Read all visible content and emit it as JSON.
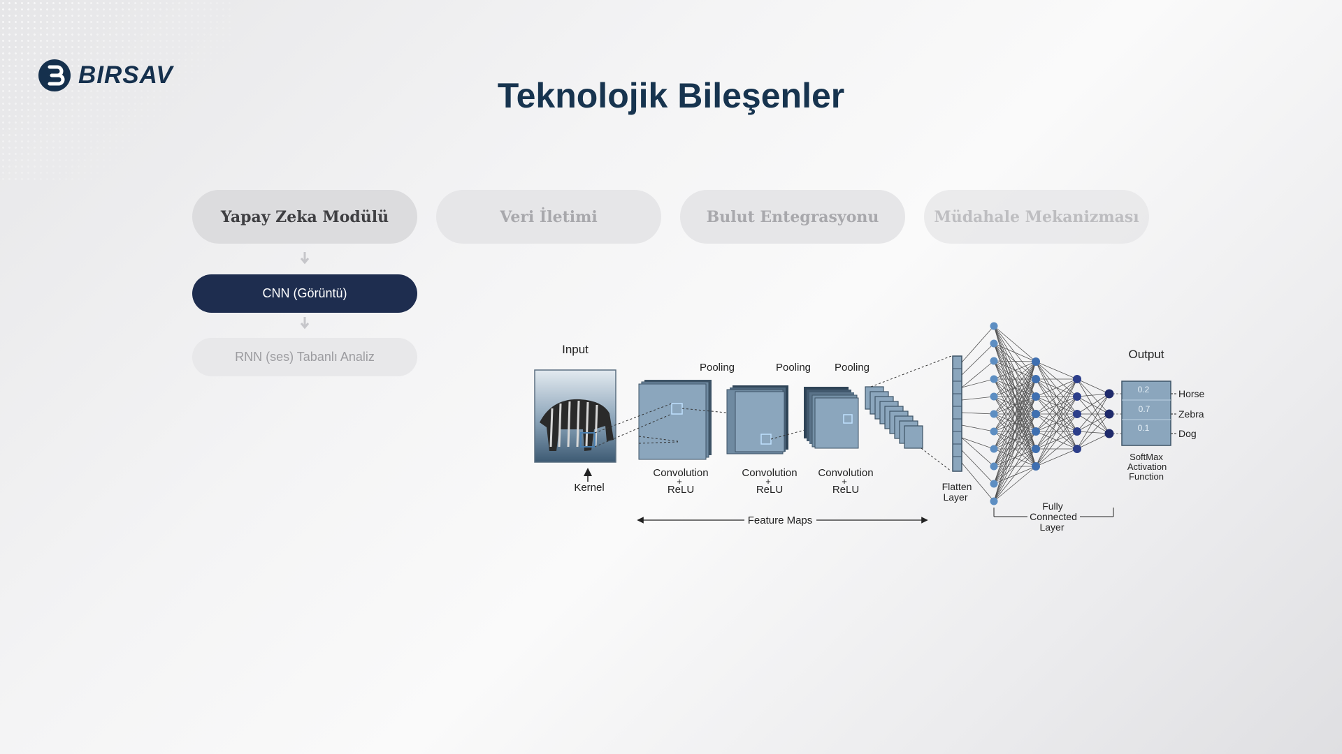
{
  "brand": {
    "name": "BIRSAV",
    "accent": "#15304d"
  },
  "header": {
    "title": "Teknolojik Bileşenler"
  },
  "tabs": [
    {
      "label": "Yapay Zeka Modülü",
      "active": true
    },
    {
      "label": "Veri İletimi",
      "active": false
    },
    {
      "label": "Bulut Entegrasyonu",
      "active": false
    },
    {
      "label": "Müdahale Mekanizması",
      "active": false
    }
  ],
  "module_items": {
    "primary": "CNN (Görüntü)",
    "secondary": "RNN (ses) Tabanlı Analiz"
  },
  "diagram": {
    "input_label": "Input",
    "kernel_label": "Kernel",
    "pooling_labels": [
      "Pooling",
      "Pooling",
      "Pooling"
    ],
    "stage_labels": [
      {
        "line1": "Convolution",
        "plus": "+",
        "line2": "ReLU"
      },
      {
        "line1": "Convolution",
        "plus": "+",
        "line2": "ReLU"
      },
      {
        "line1": "Convolution",
        "plus": "+",
        "line2": "ReLU"
      }
    ],
    "feature_maps_label": "Feature Maps",
    "flatten_label": {
      "line1": "Flatten",
      "line2": "Layer"
    },
    "fc_label": {
      "line1": "Fully",
      "line2": "Connected",
      "line3": "Layer"
    },
    "output_label": "Output",
    "softmax_label": {
      "line1": "SoftMax",
      "line2": "Activation",
      "line3": "Function"
    },
    "outputs": [
      {
        "value": "0.2",
        "class": "Horse"
      },
      {
        "value": "0.7",
        "class": "Zebra"
      },
      {
        "value": "0.1",
        "class": "Dog"
      }
    ]
  }
}
